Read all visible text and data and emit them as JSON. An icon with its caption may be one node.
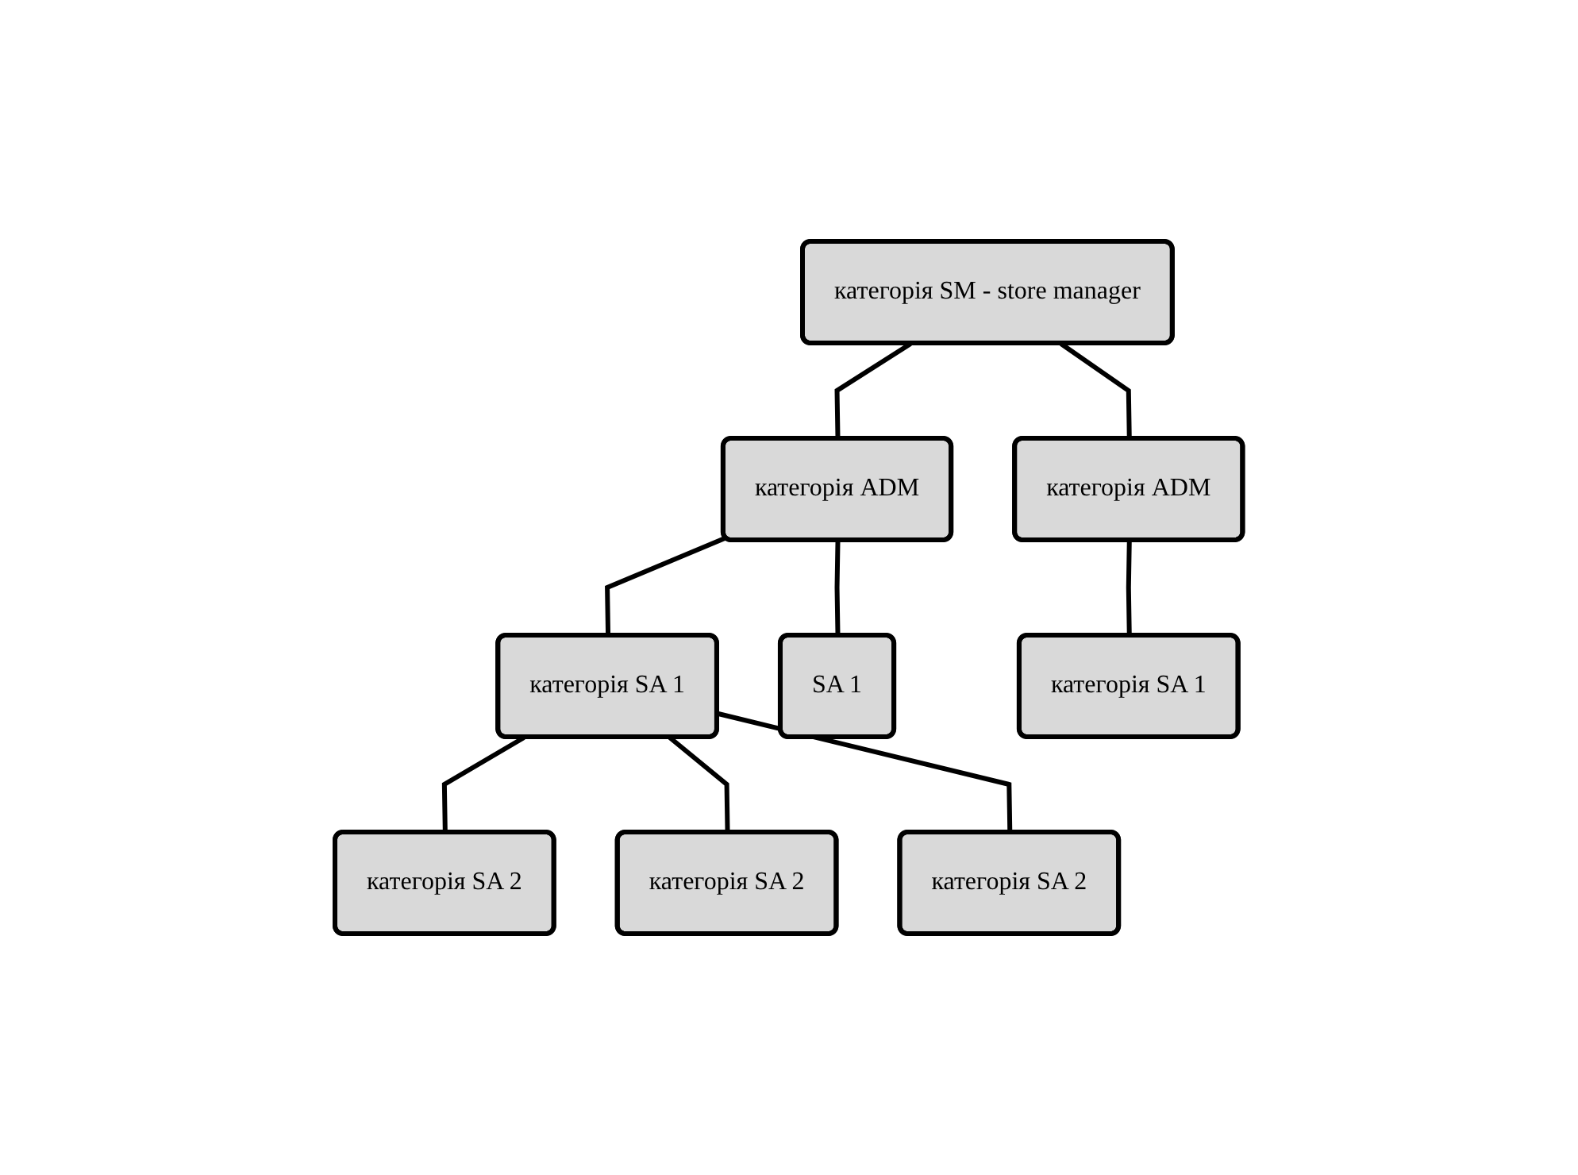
{
  "diagram": {
    "nodes": [
      {
        "text": [
          "категорія SM - store manager"
        ]
      },
      {
        "text": [
          "категорія ADM"
        ]
      },
      {
        "text": [
          "категорія ADM"
        ]
      },
      {
        "text": [
          "категорія SA 1"
        ]
      },
      {
        "text": [
          "SA 1"
        ]
      },
      {
        "text": [
          "категорія SA 1"
        ]
      },
      {
        "text": [
          "категорія SA 2"
        ]
      },
      {
        "text": [
          "категорія SA 2"
        ]
      },
      {
        "text": [
          "категорія SA 2"
        ]
      }
    ],
    "edges": [
      {
        "from": 0,
        "to": 1,
        "arrow": "none"
      },
      {
        "from": 0,
        "to": 2,
        "arrow": "none"
      },
      {
        "from": 1,
        "to": 3,
        "arrow": "none"
      },
      {
        "from": 1,
        "to": 4,
        "arrow": "none"
      },
      {
        "from": 2,
        "to": 5,
        "arrow": "none"
      },
      {
        "from": 3,
        "to": 6,
        "arrow": "none"
      },
      {
        "from": 3,
        "to": 7,
        "arrow": "none"
      },
      {
        "from": 3,
        "to": 8,
        "arrow": "none"
      }
    ]
  }
}
